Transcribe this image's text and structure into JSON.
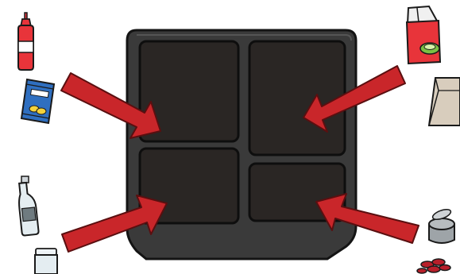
{
  "scene": {
    "tray": {
      "compartments": [
        "top-left",
        "top-right",
        "bottom-left",
        "bottom-right"
      ],
      "colors": {
        "rim": "#3a3a3a",
        "outline": "#1a1a1a",
        "well": "#2a2624"
      }
    },
    "arrows": {
      "color": "#c9262a",
      "items": [
        "top-left-arrow",
        "top-right-arrow",
        "bottom-left-arrow",
        "bottom-right-arrow"
      ]
    },
    "items": [
      {
        "name": "ketchup-bottle-icon",
        "group": "top-left"
      },
      {
        "name": "chip-bag-icon",
        "group": "top-left"
      },
      {
        "name": "juice-carton-icon",
        "group": "top-right"
      },
      {
        "name": "paper-bag-icon",
        "group": "top-right"
      },
      {
        "name": "glass-bottle-icon",
        "group": "bottom-left"
      },
      {
        "name": "glass-jar-icon",
        "group": "bottom-left"
      },
      {
        "name": "tin-can-icon",
        "group": "bottom-right"
      },
      {
        "name": "bottle-caps-icon",
        "group": "bottom-right"
      }
    ],
    "colors": {
      "red": "#e8343a",
      "blue": "#2f6fc0",
      "yellow": "#f4d23c",
      "green": "#7bc043",
      "kraft": "#d8cdbd",
      "glass": "#e4edf1",
      "metal": "#b7bcbf",
      "cap": "#b81f2a"
    }
  }
}
